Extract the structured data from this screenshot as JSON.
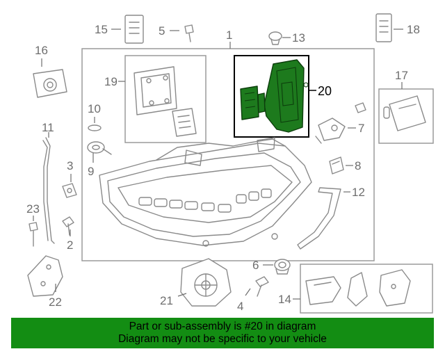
{
  "diagram": {
    "highlighted_part": "20",
    "callouts": [
      "1",
      "2",
      "3",
      "4",
      "5",
      "6",
      "7",
      "8",
      "9",
      "10",
      "11",
      "12",
      "13",
      "14",
      "15",
      "16",
      "17",
      "18",
      "19",
      "20",
      "21",
      "22",
      "23"
    ]
  },
  "banner": {
    "line1": "Part or sub-assembly is #20 in diagram",
    "line2": "Diagram may not be specific to your vehicle",
    "background": "#138d13"
  },
  "colors": {
    "highlight_fill": "#1d7a1d",
    "line_art": "#8a8a8a"
  }
}
